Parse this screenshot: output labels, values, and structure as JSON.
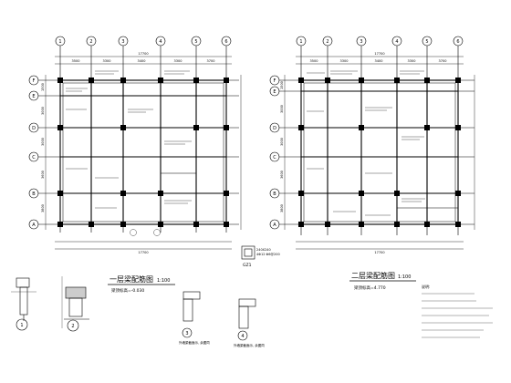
{
  "plans": [
    {
      "title": "一层梁配筋图",
      "scale": "1:100",
      "elevation": "梁顶标高=-0.030",
      "top_dims": [
        "3500",
        "3300",
        "3400",
        "3300",
        "3700"
      ],
      "overall_dim": "17700",
      "column_axes": [
        "1",
        "2",
        "3",
        "4",
        "5",
        "6"
      ],
      "row_axes": [
        "F",
        "E",
        "D",
        "C",
        "B",
        "A"
      ],
      "row_dims": [
        "1500",
        "3000",
        "3000",
        "3600",
        "3800"
      ]
    },
    {
      "title": "二层梁配筋图",
      "scale": "1:100",
      "elevation": "梁顶标高=4.770",
      "top_dims": [
        "3500",
        "3300",
        "3400",
        "3300",
        "3700"
      ],
      "overall_dim": "17700",
      "column_axes": [
        "1",
        "2",
        "3",
        "4",
        "5",
        "6"
      ],
      "row_axes": [
        "F",
        "E",
        "D",
        "C",
        "B",
        "A"
      ],
      "row_dims": [
        "1500",
        "3000",
        "3000",
        "3600",
        "3800"
      ]
    }
  ],
  "details": {
    "detail_1": "1",
    "detail_2": "2",
    "detail_3": "3",
    "detail_4": "4",
    "gz_label": "GZ1",
    "gz_size": "240X240",
    "gz_rebar": "4Φ12  Φ6@200",
    "note_3": "外墙梁截面示, 余图同",
    "note_4": "外墙梁截面示, 余图同"
  },
  "notes_title": "说明:",
  "colors": {
    "line": "#000000",
    "bg": "#ffffff"
  }
}
